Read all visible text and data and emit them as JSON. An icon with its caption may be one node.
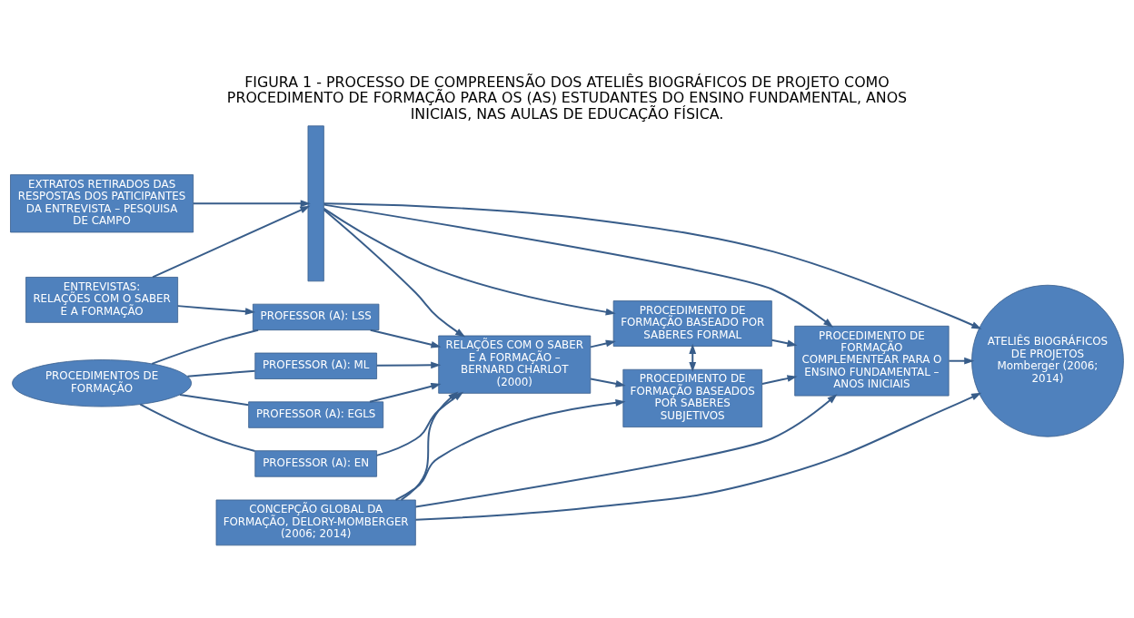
{
  "diagram": {
    "title": "FIGURA 1 - PROCESSO DE COMPREENSÃO DOS ATELIÊS BIOGRÁFICOS DE PROJETO COMO PROCEDIMENTO DE FORMAÇÃO PARA OS (AS) ESTUDANTES DO ENSINO FUNDAMENTAL, ANOS INICIAIS, NAS AULAS DE EDUCAÇÃO FÍSICA.",
    "nodes": [
      {
        "text": [
          "ENTREVISTAS: RELAÇÕES COM O SABER E A FORMAÇÃO"
        ]
      },
      {
        "text": [
          "EXTRATOS RETIRADOS DAS RESPOSTAS DOS PATICIPANTES DA ENTREVISTA – PESQUISA DE CAMPO"
        ]
      },
      {
        "text": [],
        "shape": "bar"
      },
      {
        "text": [
          "PROCEDIMENTOS DE FORMAÇÃO"
        ]
      },
      {
        "text": [
          "PROFESSOR (A): LSS"
        ]
      },
      {
        "text": [
          "PROFESSOR (A): EN"
        ]
      },
      {
        "text": [
          "PROFESSOR (A): ML"
        ]
      },
      {
        "text": [
          "PROFESSOR (A): EGLS"
        ]
      },
      {
        "text": [
          "RELAÇÕES COM O SABER E A FORMAÇÃO – BERNARD CHARLOT (2000)"
        ]
      },
      {
        "text": [
          "PROCEDIMENTO DE FORMAÇÃO BASEADO POR SABERES FORMAL"
        ]
      },
      {
        "text": [
          "PROCEDIMENTO DE FORMAÇÃO BASEADOS POR SABERES SUBJETIVOS"
        ]
      },
      {
        "text": [
          "PROCEDIMENTO DE FORMAÇÃO COMPLEMENTEAR PARA O ENSINO FUNDAMENTAL – ANOS INICIAIS"
        ]
      },
      {
        "text": [
          "ATELIÊS BIOGRÁFICOS DE PROJETOS",
          "Momberger (2006; 2014)"
        ]
      },
      {
        "text": [
          "CONCEPÇÃO GLOBAL DA FORMAÇÃO, DELORY-MOMBERGER (2006; 2014)"
        ]
      }
    ],
    "edges": [
      {
        "from": 0,
        "to": 2,
        "arrow": "to"
      },
      {
        "from": 1,
        "to": 2,
        "arrow": "to"
      },
      {
        "from": 0,
        "to": 4,
        "arrow": "to"
      },
      {
        "from": 2,
        "to": 8,
        "arrow": "to"
      },
      {
        "from": 2,
        "to": 9,
        "arrow": "to"
      },
      {
        "from": 2,
        "to": 11,
        "arrow": "to"
      },
      {
        "from": 2,
        "to": 12,
        "arrow": "to"
      },
      {
        "from": 3,
        "to": 4,
        "arrow": "none"
      },
      {
        "from": 3,
        "to": 5,
        "arrow": "none"
      },
      {
        "from": 3,
        "to": 6,
        "arrow": "none"
      },
      {
        "from": 3,
        "to": 7,
        "arrow": "none"
      },
      {
        "from": 4,
        "to": 8,
        "arrow": "to"
      },
      {
        "from": 5,
        "to": 8,
        "arrow": "to"
      },
      {
        "from": 6,
        "to": 8,
        "arrow": "to"
      },
      {
        "from": 7,
        "to": 8,
        "arrow": "to"
      },
      {
        "from": 8,
        "to": 9,
        "arrow": "to"
      },
      {
        "from": 8,
        "to": 10,
        "arrow": "to"
      },
      {
        "from": 9,
        "to": 10,
        "arrow": "both"
      },
      {
        "from": 9,
        "to": 11,
        "arrow": "to"
      },
      {
        "from": 10,
        "to": 11,
        "arrow": "to"
      },
      {
        "from": 11,
        "to": 12,
        "arrow": "to"
      },
      {
        "from": 13,
        "to": 8,
        "arrow": "to"
      },
      {
        "from": 13,
        "to": 10,
        "arrow": "to"
      },
      {
        "from": 13,
        "to": 11,
        "arrow": "to"
      },
      {
        "from": 13,
        "to": 12,
        "arrow": "to"
      }
    ]
  }
}
